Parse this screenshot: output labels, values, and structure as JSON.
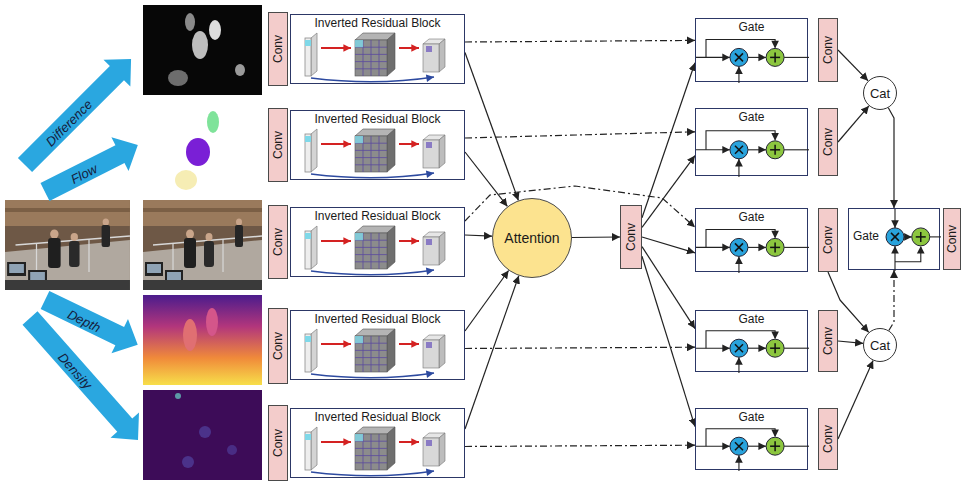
{
  "diagram": {
    "nodes": [
      {
        "text": [
          "Conv"
        ]
      },
      {
        "text": [
          "Conv"
        ]
      },
      {
        "text": [
          "Conv"
        ]
      },
      {
        "text": [
          "Conv"
        ]
      },
      {
        "text": [
          "Conv"
        ]
      },
      {
        "text": [
          "Inverted Residual Block"
        ]
      },
      {
        "text": [
          "Inverted Residual Block"
        ]
      },
      {
        "text": [
          "Inverted Residual Block"
        ]
      },
      {
        "text": [
          "Inverted Residual Block"
        ]
      },
      {
        "text": [
          "Inverted Residual Block"
        ]
      },
      {
        "text": [
          "Attention"
        ]
      },
      {
        "text": [
          "Conv"
        ]
      },
      {
        "text": [
          "Gate"
        ]
      },
      {
        "text": [
          "Gate"
        ]
      },
      {
        "text": [
          "Gate"
        ]
      },
      {
        "text": [
          "Gate"
        ]
      },
      {
        "text": [
          "Gate"
        ]
      },
      {
        "text": [
          "Conv"
        ]
      },
      {
        "text": [
          "Conv"
        ]
      },
      {
        "text": [
          "Conv"
        ]
      },
      {
        "text": [
          "Conv"
        ]
      },
      {
        "text": [
          "Conv"
        ]
      },
      {
        "text": [
          "Cat"
        ]
      },
      {
        "text": [
          "Cat"
        ]
      },
      {
        "text": [
          "Gate"
        ]
      },
      {
        "text": [
          "Conv"
        ]
      }
    ],
    "edges": [
      {
        "from": 5,
        "to": 10,
        "arrow": "to"
      },
      {
        "from": 6,
        "to": 10,
        "arrow": "to"
      },
      {
        "from": 7,
        "to": 10,
        "arrow": "to"
      },
      {
        "from": 8,
        "to": 10,
        "arrow": "to"
      },
      {
        "from": 9,
        "to": 10,
        "arrow": "to"
      },
      {
        "from": 5,
        "to": 12,
        "arrow": "to"
      },
      {
        "from": 6,
        "to": 13,
        "arrow": "to"
      },
      {
        "from": 7,
        "to": 14,
        "arrow": "to"
      },
      {
        "from": 8,
        "to": 15,
        "arrow": "to"
      },
      {
        "from": 9,
        "to": 16,
        "arrow": "to"
      },
      {
        "from": 10,
        "to": 11,
        "arrow": "to"
      },
      {
        "from": 11,
        "to": 12,
        "arrow": "to"
      },
      {
        "from": 11,
        "to": 13,
        "arrow": "to"
      },
      {
        "from": 11,
        "to": 14,
        "arrow": "to"
      },
      {
        "from": 11,
        "to": 15,
        "arrow": "to"
      },
      {
        "from": 11,
        "to": 16,
        "arrow": "to"
      },
      {
        "from": 17,
        "to": 22,
        "arrow": "to"
      },
      {
        "from": 18,
        "to": 22,
        "arrow": "to"
      },
      {
        "from": 22,
        "to": 24,
        "arrow": "to"
      },
      {
        "from": 19,
        "to": 23,
        "arrow": "to"
      },
      {
        "from": 20,
        "to": 23,
        "arrow": "to"
      },
      {
        "from": 21,
        "to": 23,
        "arrow": "to"
      },
      {
        "from": 23,
        "to": 24,
        "arrow": "to"
      }
    ],
    "labels": [
      "Difference",
      "Flow",
      "Depth",
      "Density"
    ]
  }
}
